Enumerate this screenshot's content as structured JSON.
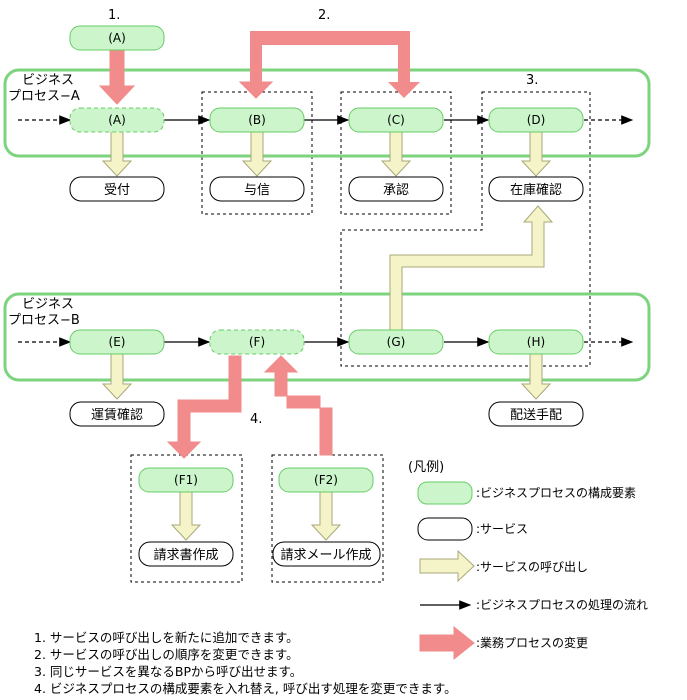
{
  "steps": {
    "s1": "1.",
    "s2": "2.",
    "s3": "3.",
    "s4": "4."
  },
  "process_a": {
    "label1": "ビジネス",
    "label2": "プロセス−A"
  },
  "process_b": {
    "label1": "ビジネス",
    "label2": "プロセス−B"
  },
  "elements": {
    "a_top": "(A)",
    "a": "(A)",
    "b": "(B)",
    "c": "(C)",
    "d": "(D)",
    "e": "(E)",
    "f": "(F)",
    "g": "(G)",
    "h": "(H)",
    "f1": "(F1)",
    "f2": "(F2)"
  },
  "services": {
    "uketsuke": "受付",
    "yoshin": "与信",
    "shonin": "承認",
    "zaiko": "在庫確認",
    "unchin": "運賃確認",
    "haiso": "配送手配",
    "seikyusho": "請求書作成",
    "seikyu_mail": "請求メール作成"
  },
  "legend": {
    "title": "(凡例)",
    "bp_element": ":ビジネスプロセスの構成要素",
    "service": ":サービス",
    "service_call": ":サービスの呼び出し",
    "flow": ":ビジネスプロセスの処理の流れ",
    "change": ":業務プロセスの変更"
  },
  "notes": [
    "1. サービスの呼び出しを新たに追加できます。",
    "2. サービスの呼び出しの順序を変更できます。",
    "3. 同じサービスを異なるBPから呼び出せます。",
    "4. ビジネスプロセスの構成要素を入れ替え, 呼び出す処理を変更できます。"
  ],
  "colors": {
    "green_fill": "#ccf5cc",
    "green_border": "#66cc66",
    "process_border": "#7ed37e",
    "call_arrow": "#f5f3c8",
    "change_arrow": "#f28b8b"
  }
}
